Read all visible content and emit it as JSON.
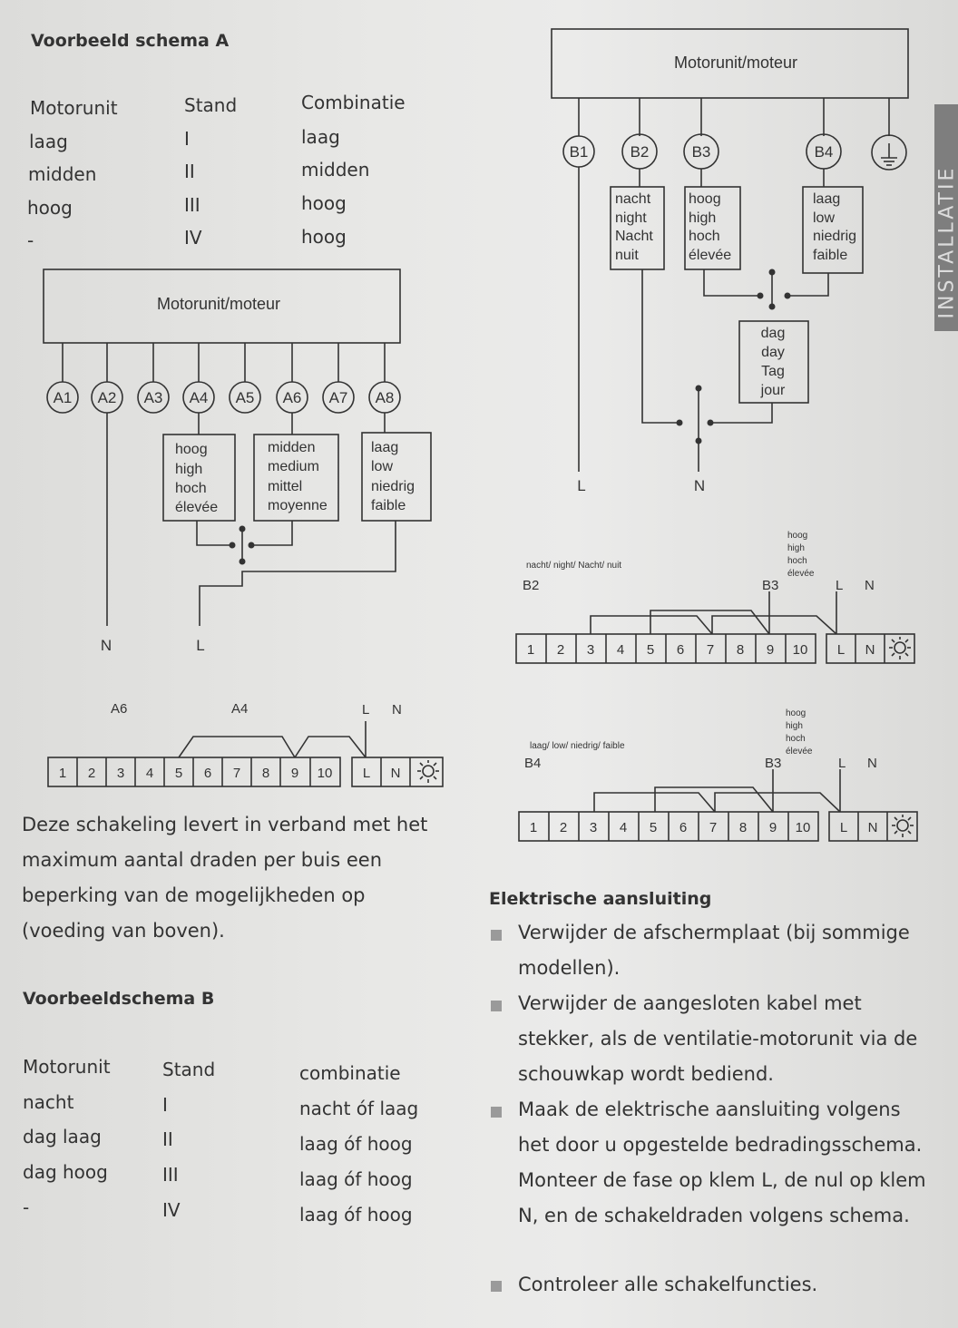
{
  "side_tab": "INSTALLATIE",
  "schema_a": {
    "title": "Voorbeeld schema A",
    "headers": [
      "Motorunit",
      "Stand",
      "Combinatie"
    ],
    "rows": [
      [
        "laag",
        "I",
        "laag"
      ],
      [
        "midden",
        "II",
        "midden"
      ],
      [
        "hoog",
        "III",
        "hoog"
      ],
      [
        "-",
        "IV",
        "hoog"
      ]
    ],
    "motor_label": "Motorunit/moteur",
    "terminals": [
      "A1",
      "A2",
      "A3",
      "A4",
      "A5",
      "A6",
      "A7",
      "A8"
    ],
    "box_high": [
      "hoog",
      "high",
      "hoch",
      "élevée"
    ],
    "box_mid": [
      "midden",
      "medium",
      "mittel",
      "moyenne"
    ],
    "box_low": [
      "laag",
      "low",
      "niedrig",
      "faible"
    ],
    "wire_n": "N",
    "wire_l": "L",
    "strip_labels": {
      "a6": "A6",
      "a4": "A4",
      "l": "L",
      "n": "N"
    },
    "strip_cells": [
      "1",
      "2",
      "3",
      "4",
      "5",
      "6",
      "7",
      "8",
      "9",
      "10"
    ],
    "strip_ln": [
      "L",
      "N"
    ],
    "paragraph": "Deze schakeling levert in verband met het maximum aantal draden per buis een beperking van de mogelijkheden op (voeding van boven)."
  },
  "schema_b": {
    "title": "Voorbeeldschema B",
    "headers": [
      "Motorunit",
      "Stand",
      "combinatie"
    ],
    "rows": [
      [
        "nacht",
        "I",
        "nacht óf laag"
      ],
      [
        "dag laag",
        "II",
        "laag óf hoog"
      ],
      [
        "dag hoog",
        "III",
        "laag óf hoog"
      ],
      [
        "-",
        "IV",
        "laag óf hoog"
      ]
    ],
    "motor_label": "Motorunit/moteur",
    "terminals": [
      "B1",
      "B2",
      "B3",
      "B4"
    ],
    "box_night": [
      "nacht",
      "night",
      "Nacht",
      "nuit"
    ],
    "box_high": [
      "hoog",
      "high",
      "hoch",
      "élevée"
    ],
    "box_low": [
      "laag",
      "low",
      "niedrig",
      "faible"
    ],
    "box_day": [
      "dag",
      "day",
      "Tag",
      "jour"
    ],
    "wire_l": "L",
    "wire_n": "N",
    "strip1": {
      "note_left": "nacht/ night/ Nacht/ nuit",
      "label_left": "B2",
      "note_right": [
        "hoog",
        "high",
        "hoch",
        "élevée"
      ],
      "label_right": "B3",
      "l": "L",
      "n": "N"
    },
    "strip2": {
      "note_left": "laag/ low/ niedrig/ faible",
      "label_left": "B4",
      "note_right": [
        "hoog",
        "high",
        "hoch",
        "élevée"
      ],
      "label_right": "B3",
      "l": "L",
      "n": "N"
    },
    "strip_cells": [
      "1",
      "2",
      "3",
      "4",
      "5",
      "6",
      "7",
      "8",
      "9",
      "10"
    ],
    "strip_ln": [
      "L",
      "N"
    ]
  },
  "electrical": {
    "title": "Elektrische aansluiting",
    "bullets": [
      "Verwijder de afschermplaat (bij sommige modellen).",
      "Verwijder de aangesloten kabel met stekker, als de ventilatie-motorunit via de schouwkap wordt bediend.",
      "Maak de elektrische aansluiting volgens het door u opgestelde bedradingsschema. Monteer de fase op klem L, de nul op klem N, en de schakeldraden volgens schema.",
      "Controleer alle schakelfuncties."
    ]
  }
}
